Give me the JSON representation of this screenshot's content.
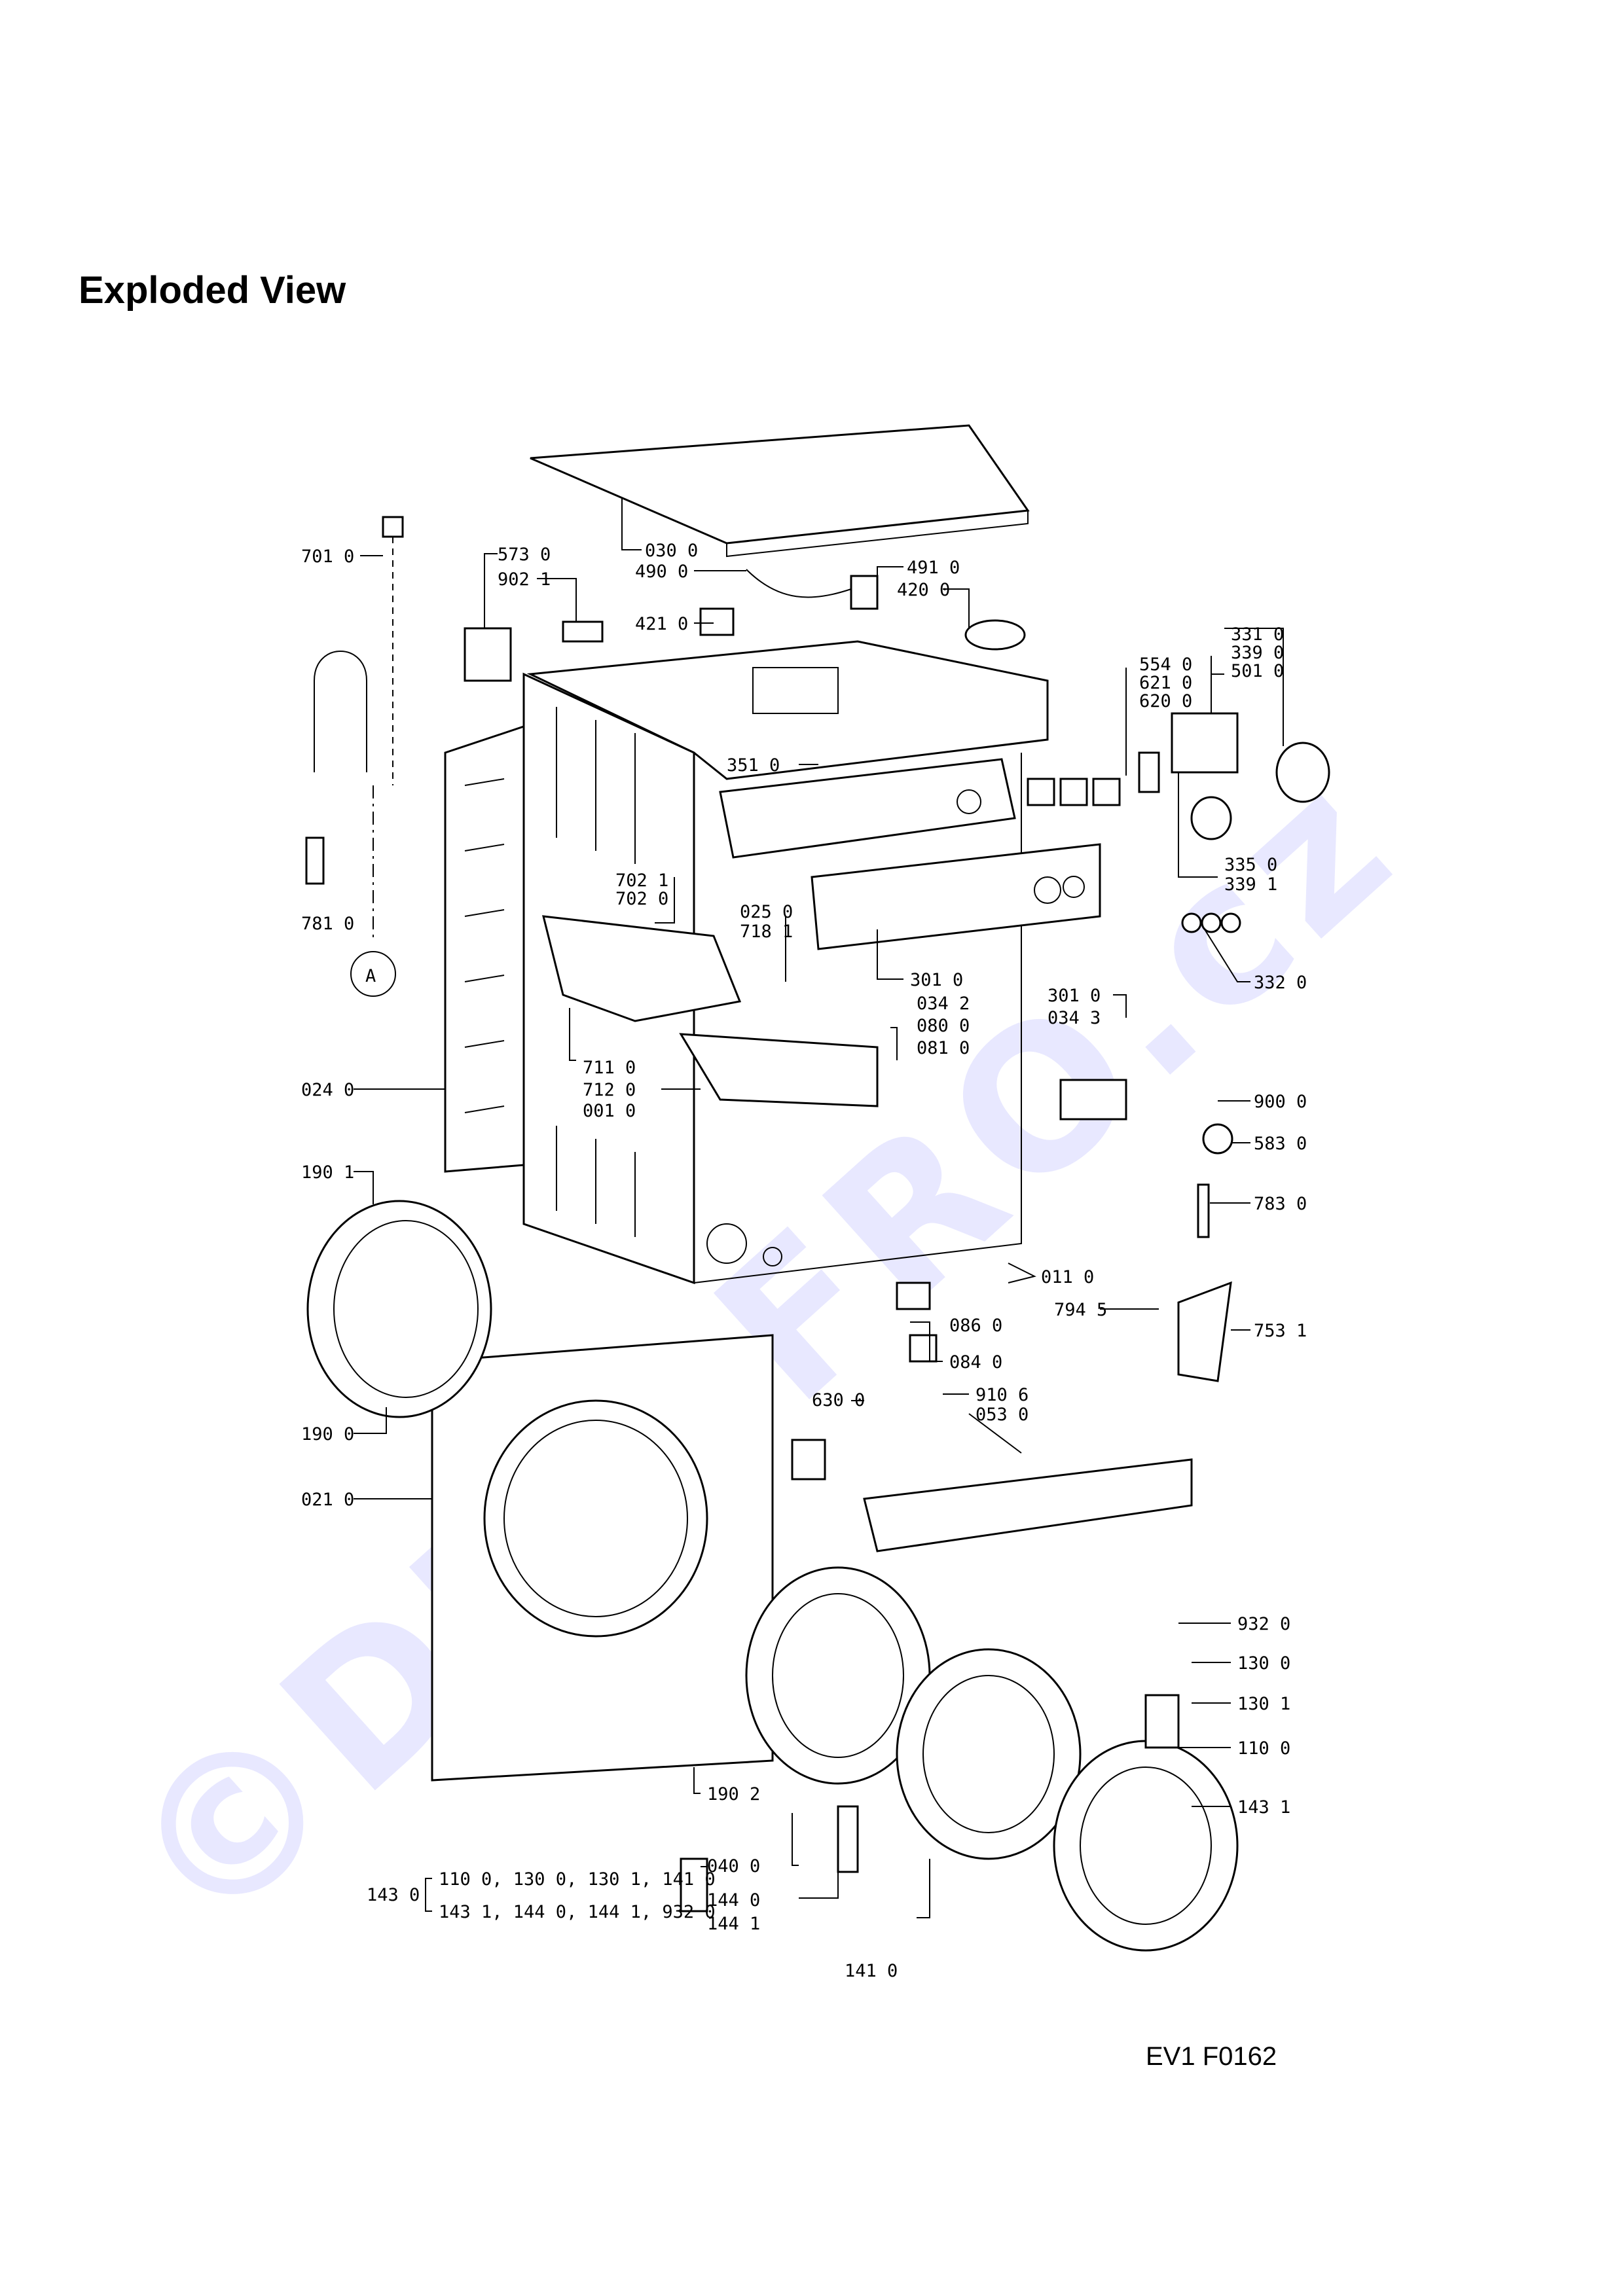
{
  "title": "Exploded View",
  "drawing_code": "EV1 F0162",
  "watermark": "©DILY-FRO.cz",
  "reference_symbol": "A",
  "labels": {
    "l030": "030 0",
    "l490": "490 0",
    "l491": "491 0",
    "l420": "420 0",
    "l421": "421 0",
    "l573": "573 0",
    "l902": "902 1",
    "l701": "701 0",
    "l781": "781 0",
    "l331": "331 0",
    "l339a": "339 0",
    "l501": "501 0",
    "l554": "554 0",
    "l621": "621 0",
    "l620": "620 0",
    "l351": "351 0",
    "l702a": "702 1",
    "l702b": "702 0",
    "l025": "025 0",
    "l718": "718 1",
    "l335": "335 0",
    "l339b": "339 1",
    "l332": "332 0",
    "l301a": "301 0",
    "l301b": "301 0",
    "l034a": "034 2",
    "l034b": "034 3",
    "l080": "080 0",
    "l081": "081 0",
    "l711": "711 0",
    "l712": "712 0",
    "l001": "001 0",
    "l024": "024 0",
    "l900": "900 0",
    "l583": "583 0",
    "l783": "783 0",
    "l190a": "190 1",
    "l011": "011 0",
    "l086": "086 0",
    "l794": "794 5",
    "l753": "753 1",
    "l084": "084 0",
    "l630": "630 0",
    "l910": "910 6",
    "l053": "053 0",
    "l190b": "190 0",
    "l021": "021 0",
    "l932": "932 0",
    "l130a": "130 0",
    "l130b": "130 1",
    "l110": "110 0",
    "l143": "143 1",
    "l190c": "190 2",
    "l040": "040 0",
    "l144a": "144 0",
    "l144b": "144 1",
    "l141": "141 0",
    "kit": "143 0",
    "kit1": "110 0, 130 0, 130 1, 141 0",
    "kit2": "143 1, 144 0, 144 1, 932 0"
  }
}
